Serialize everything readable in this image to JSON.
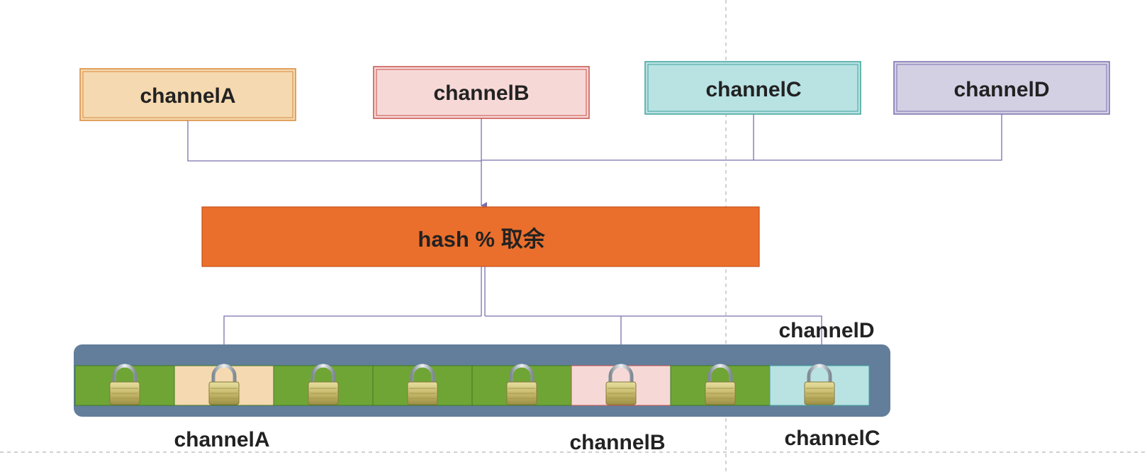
{
  "channels": [
    {
      "id": "A",
      "label": "channelA",
      "fill": "#f5d9b0",
      "stroke": "#d9893a"
    },
    {
      "id": "B",
      "label": "channelB",
      "fill": "#f6d9d7",
      "stroke": "#c9504a"
    },
    {
      "id": "C",
      "label": "channelC",
      "fill": "#b9e2e3",
      "stroke": "#3fa39c"
    },
    {
      "id": "D",
      "label": "channelD",
      "fill": "#d3d0e4",
      "stroke": "#7b6fae"
    }
  ],
  "hash_box": {
    "label": "hash % 取余",
    "fill": "#ea6f2c",
    "stroke": "#c7501a"
  },
  "slot_array": {
    "container_fill": "#627e9b",
    "slots": [
      {
        "fill": "#6fa535",
        "icon": "padlock-icon"
      },
      {
        "fill": "#f5d9b0",
        "icon": "padlock-icon",
        "channel": "A"
      },
      {
        "fill": "#6fa535",
        "icon": "padlock-icon"
      },
      {
        "fill": "#6fa535",
        "icon": "padlock-icon"
      },
      {
        "fill": "#6fa535",
        "icon": "padlock-icon"
      },
      {
        "fill": "#f6d9d7",
        "icon": "padlock-icon",
        "channel": "B"
      },
      {
        "fill": "#6fa535",
        "icon": "padlock-icon"
      },
      {
        "fill": "#b9e2e3",
        "icon": "padlock-icon",
        "channel": "C"
      }
    ]
  },
  "slot_labels": {
    "a": "channelA",
    "b": "channelB",
    "c": "channelC",
    "d": "channelD"
  },
  "connector_color": "#7b6fae"
}
